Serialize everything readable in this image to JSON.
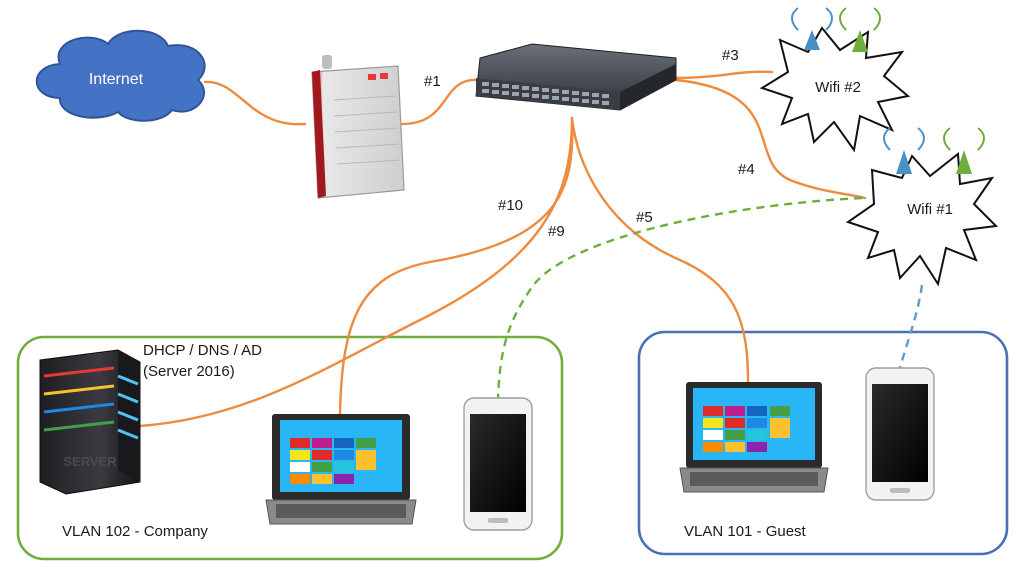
{
  "colors": {
    "cable": "#ed8b3f",
    "wifi_link_company": "#6fae3c",
    "wifi_link_guest": "#5b9bd5",
    "vlan_company_border": "#6fae3c",
    "vlan_guest_border": "#4a6fb5",
    "cloud_fill": "#4472c4"
  },
  "nodes": {
    "internet": {
      "label": "Internet",
      "icon": "cloud-icon"
    },
    "router": {
      "icon": "router-icon"
    },
    "switch": {
      "icon": "network-switch-icon"
    },
    "wifi2": {
      "label": "Wifi #2",
      "icon": "wifi-access-point-icon"
    },
    "wifi1": {
      "label": "Wifi #1",
      "icon": "wifi-access-point-icon"
    },
    "server": {
      "label_line1": "DHCP / DNS / AD",
      "label_line2": "(Server 2016)",
      "icon": "server-icon",
      "case_text": "SERVER"
    },
    "company_laptop": {
      "icon": "laptop-icon"
    },
    "company_phone": {
      "icon": "smartphone-icon"
    },
    "guest_laptop": {
      "icon": "laptop-icon"
    },
    "guest_phone": {
      "icon": "smartphone-icon"
    }
  },
  "links": {
    "port1": "#1",
    "port3": "#3",
    "port4": "#4",
    "port5": "#5",
    "port9": "#9",
    "port10": "#10"
  },
  "vlans": {
    "company": {
      "label": "VLAN 102 - Company"
    },
    "guest": {
      "label": "VLAN 101 - Guest"
    }
  }
}
